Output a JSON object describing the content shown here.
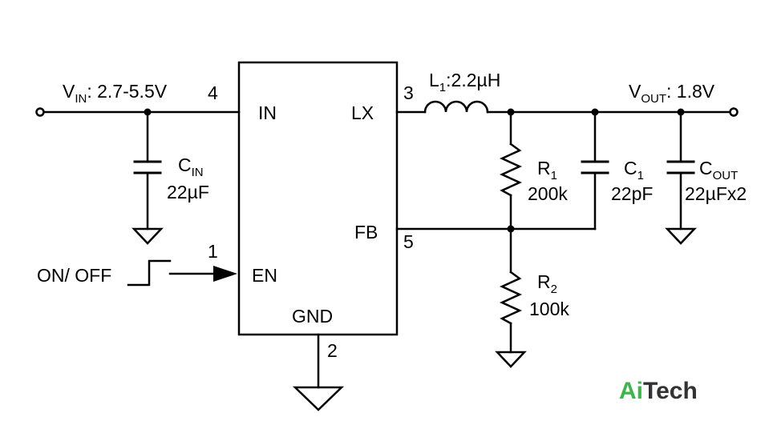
{
  "vin": {
    "main": "V",
    "sub": "IN",
    "rest": ": 2.7-5.5V"
  },
  "vout": {
    "main": "V",
    "sub": "OUT",
    "rest": ": 1.8V"
  },
  "ic": {
    "pin_in": "IN",
    "pin_lx": "LX",
    "pin_fb": "FB",
    "pin_en": "EN",
    "pin_gnd": "GND"
  },
  "pins": {
    "in": "4",
    "lx": "3",
    "fb": "5",
    "en": "1",
    "gnd": "2"
  },
  "cin": {
    "main": "C",
    "sub": "IN",
    "value": "22µF"
  },
  "l1": {
    "main": "L",
    "sub": "1",
    "rest": ":2.2µH"
  },
  "r1": {
    "main": "R",
    "sub": "1",
    "value": "200k"
  },
  "r2": {
    "main": "R",
    "sub": "2",
    "value": "100k"
  },
  "c1": {
    "main": "C",
    "sub": "1",
    "value": "22pF"
  },
  "cout": {
    "main": "C",
    "sub": "OUT",
    "value": "22µFx2"
  },
  "enable": {
    "label": "ON/ OFF"
  },
  "logo": {
    "part1": "Ai",
    "part2": "Tech"
  },
  "colors": {
    "wire": "#000000",
    "logo_green": "#3cb54a",
    "logo_dark": "#333333"
  }
}
